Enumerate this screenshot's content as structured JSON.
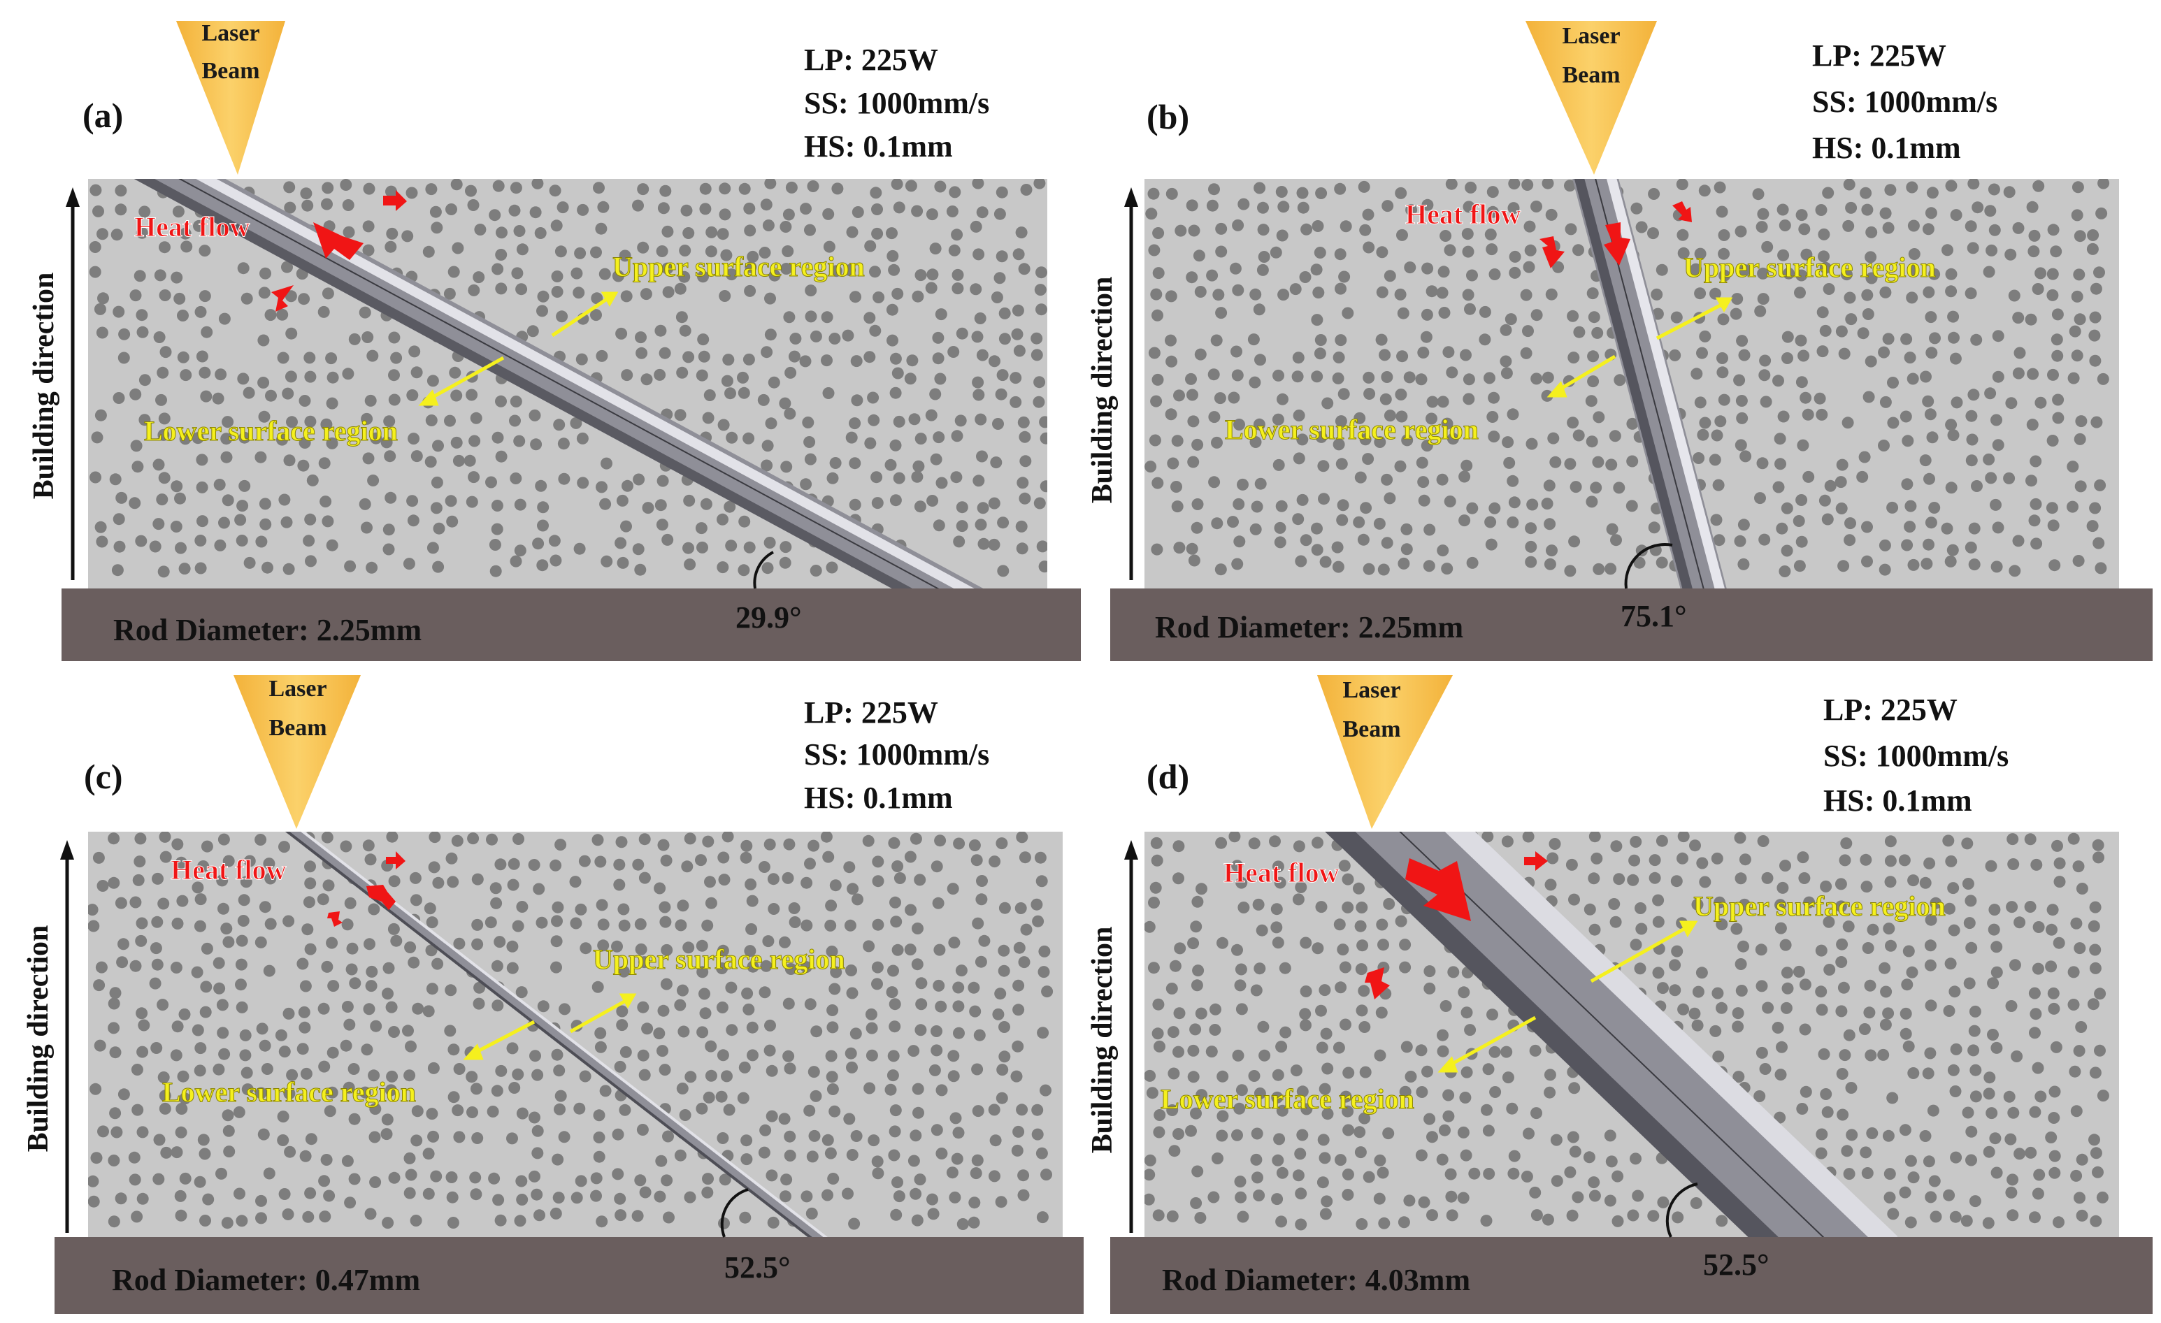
{
  "colors": {
    "powder_bed": "#c8c8c8",
    "particle": "#7d7d7d",
    "base_plate": "#6a5e5e",
    "laser_cone": "#f8c04a",
    "heat_arrow": "#f01515",
    "region_label": "#f5f01e",
    "heat_label": "#f01515",
    "rod": "#8f8f98"
  },
  "icons": {
    "laser": "laser-beam-cone-icon",
    "building_direction": "up-arrow-icon",
    "angle": "angle-arc-icon",
    "heat": "red-arrow-icon",
    "region": "yellow-double-arrow-icon"
  },
  "panels": [
    {
      "id": "a",
      "label": "(a)",
      "laser_label_line1": "Laser",
      "laser_label_line2": "Beam",
      "params": [
        "LP: 225W",
        "SS: 1000mm/s",
        "HS: 0.1mm"
      ],
      "building_direction": "Building direction",
      "heat_flow": "Heat flow",
      "upper_region": "Upper surface region",
      "lower_region": "Lower surface region",
      "rod_diameter": "Rod Diameter: 2.25mm",
      "angle": "29.9°"
    },
    {
      "id": "b",
      "label": "(b)",
      "laser_label_line1": "Laser",
      "laser_label_line2": "Beam",
      "params": [
        "LP: 225W",
        "SS: 1000mm/s",
        "HS: 0.1mm"
      ],
      "building_direction": "Building direction",
      "heat_flow": "Heat flow",
      "upper_region": "Upper surface region",
      "lower_region": "Lower surface region",
      "rod_diameter": "Rod Diameter: 2.25mm",
      "angle": "75.1°"
    },
    {
      "id": "c",
      "label": "(c)",
      "laser_label_line1": "Laser",
      "laser_label_line2": "Beam",
      "params": [
        "LP: 225W",
        "SS: 1000mm/s",
        "HS: 0.1mm"
      ],
      "building_direction": "Building direction",
      "heat_flow": "Heat flow",
      "upper_region": "Upper surface region",
      "lower_region": "Lower surface region",
      "rod_diameter": "Rod Diameter: 0.47mm",
      "angle": "52.5°"
    },
    {
      "id": "d",
      "label": "(d)",
      "laser_label_line1": "Laser",
      "laser_label_line2": "Beam",
      "params": [
        "LP: 225W",
        "SS: 1000mm/s",
        "HS: 0.1mm"
      ],
      "building_direction": "Building direction",
      "heat_flow": "Heat flow",
      "upper_region": "Upper surface region",
      "lower_region": "Lower surface region",
      "rod_diameter": "Rod Diameter: 4.03mm",
      "angle": "52.5°"
    }
  ]
}
